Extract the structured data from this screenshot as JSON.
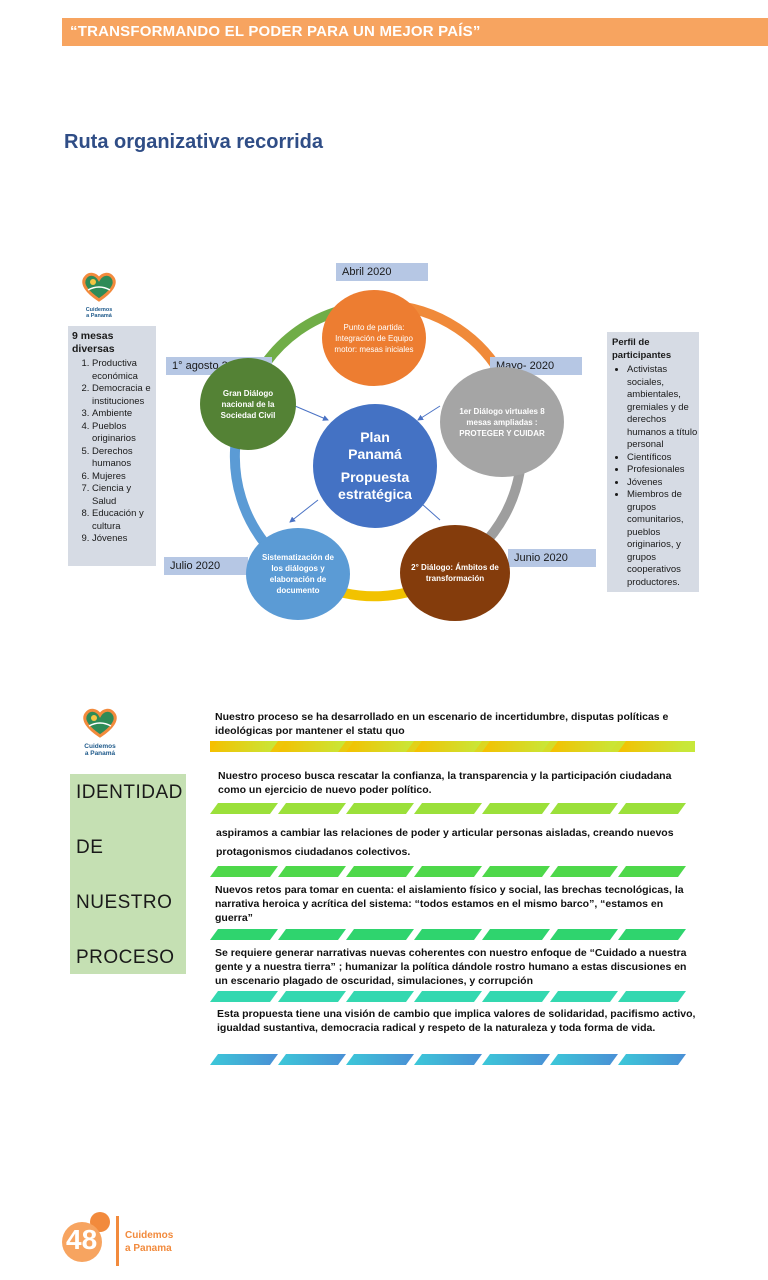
{
  "header": {
    "banner": "“TRANSFORMANDO EL PODER PARA UN MEJOR PAÍS”"
  },
  "section": {
    "title": "Ruta organizativa recorrida"
  },
  "logo": {
    "line1": "Cuidemos",
    "line2": "a Panamá"
  },
  "left_panel": {
    "title": "9 mesas diversas",
    "items": [
      "Productiva económica",
      "Democracia e instituciones",
      "Ambiente",
      "Pueblos originarios",
      "Derechos humanos",
      "Mujeres",
      "Ciencia y Salud",
      "Educación y cultura",
      "Jóvenes"
    ]
  },
  "right_panel": {
    "title": "Perfil de participantes",
    "items": [
      "Activistas sociales, ambientales, gremiales y de derechos humanos a título personal",
      "Científicos",
      "Profesionales",
      "Jóvenes",
      "Miembros de grupos comunitarios, pueblos originarios, y grupos cooperativos productores."
    ]
  },
  "cycle": {
    "dates": {
      "abril": "Abril 2020",
      "mayo": "Mayo- 2020",
      "junio": "Junio 2020",
      "julio": "Julio 2020",
      "agosto": "1° agosto 2020"
    },
    "center": {
      "line1": "Plan Panamá",
      "line2": "Propuesta estratégica"
    },
    "steps": {
      "punto": "Punto de partida: Integración de Equipo motor: mesas iniciales",
      "dialogo1": "1er Diálogo virtuales 8 mesas ampliadas : PROTEGER Y CUIDAR",
      "dialogo2": "2° Diálogo: Ámbitos de transformación",
      "sistematizacion": "Sistematización de los diálogos y elaboración de documento",
      "gran": "Gran Diálogo nacional de la Sociedad Civil"
    }
  },
  "identity": {
    "words": [
      "IDENTIDAD",
      "DE",
      "NUESTRO",
      "PROCESO"
    ]
  },
  "statements": [
    "Nuestro proceso se ha desarrollado en un escenario de incertidumbre, disputas políticas e ideológicas por mantener el statu quo",
    "Nuestro proceso busca rescatar la confianza, la transparencia y la participación ciudadana como un ejercicio de nuevo poder político.",
    "aspiramos a cambiar las relaciones de poder y articular personas aisladas, creando nuevos protagonismos ciudadanos colectivos.",
    "Nuevos retos para tomar en cuenta: el aislamiento físico y social, las brechas tecnológicas, la narrativa heroica y acrítica del sistema: “todos estamos en el mismo barco”, “estamos en guerra”",
    "Se requiere generar narrativas nuevas coherentes con nuestro enfoque de “Cuidado a nuestra gente y a nuestra tierra” ; humanizar la política dándole rostro humano a estas discusiones en un escenario plagado de oscuridad, simulaciones, y corrupción",
    "Esta propuesta tiene una visión de cambio que implica valores de solidaridad, pacifismo activo, igualdad sustantiva, democracia radical y respeto de la naturaleza y toda forma de vida."
  ],
  "footer": {
    "page_number": "48",
    "brand_line1": "Cuidemos",
    "brand_line2": "a Panama"
  },
  "colors": {
    "accent": "#f7a460",
    "title": "#2f4d86",
    "panel": "#d6dbe4",
    "identity": "#c5e0b3"
  }
}
